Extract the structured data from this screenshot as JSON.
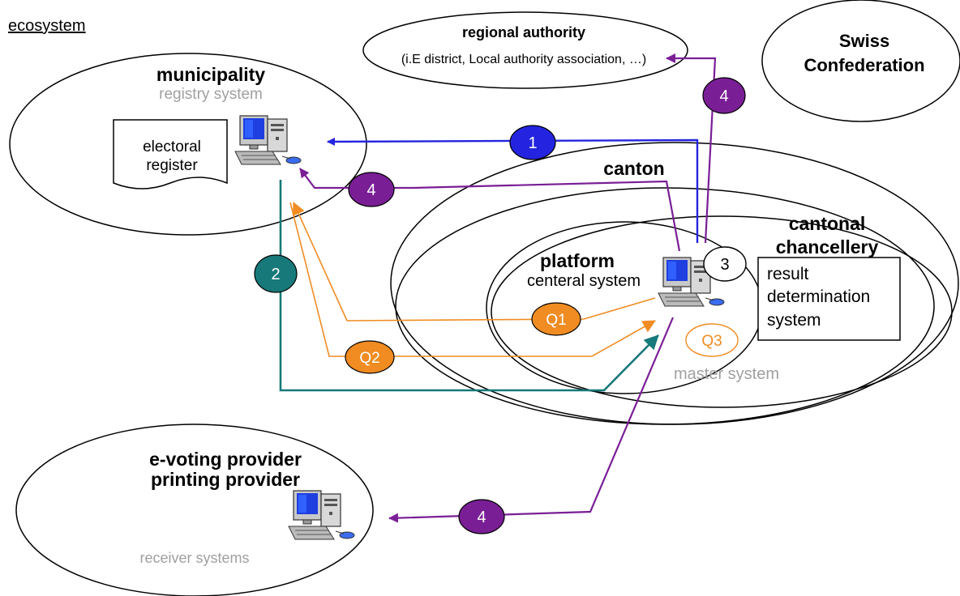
{
  "title": "ecosystem",
  "colors": {
    "blue": "#2424e0",
    "purple": "#7a1e96",
    "teal": "#17797a",
    "orange": "#f08c22",
    "gray": "#a0a0a0",
    "black": "#000000"
  },
  "entities": {
    "municipality": {
      "name": "municipality",
      "system": "registry system",
      "document": [
        "electoral",
        "register"
      ]
    },
    "regional_authority": {
      "name": "regional authority",
      "detail": "(i.E district, Local authority association, …)"
    },
    "confederation": {
      "name": [
        "Swiss",
        "Confederation"
      ]
    },
    "canton": {
      "name": "canton"
    },
    "chancellery": {
      "name": [
        "cantonal",
        "chancellery"
      ],
      "box": [
        "result",
        "determination",
        "system"
      ]
    },
    "platform": {
      "name": "platform",
      "system": "centeral system",
      "master": "master system"
    },
    "provider": {
      "name": [
        "e-voting provider",
        "printing provider"
      ],
      "system": "receiver systems"
    }
  },
  "badges": {
    "b1": "1",
    "b2": "2",
    "b3": "3",
    "b4_top": "4",
    "b4_mid": "4",
    "b4_bottom": "4",
    "q1": "Q1",
    "q2": "Q2",
    "q3": "Q3"
  }
}
